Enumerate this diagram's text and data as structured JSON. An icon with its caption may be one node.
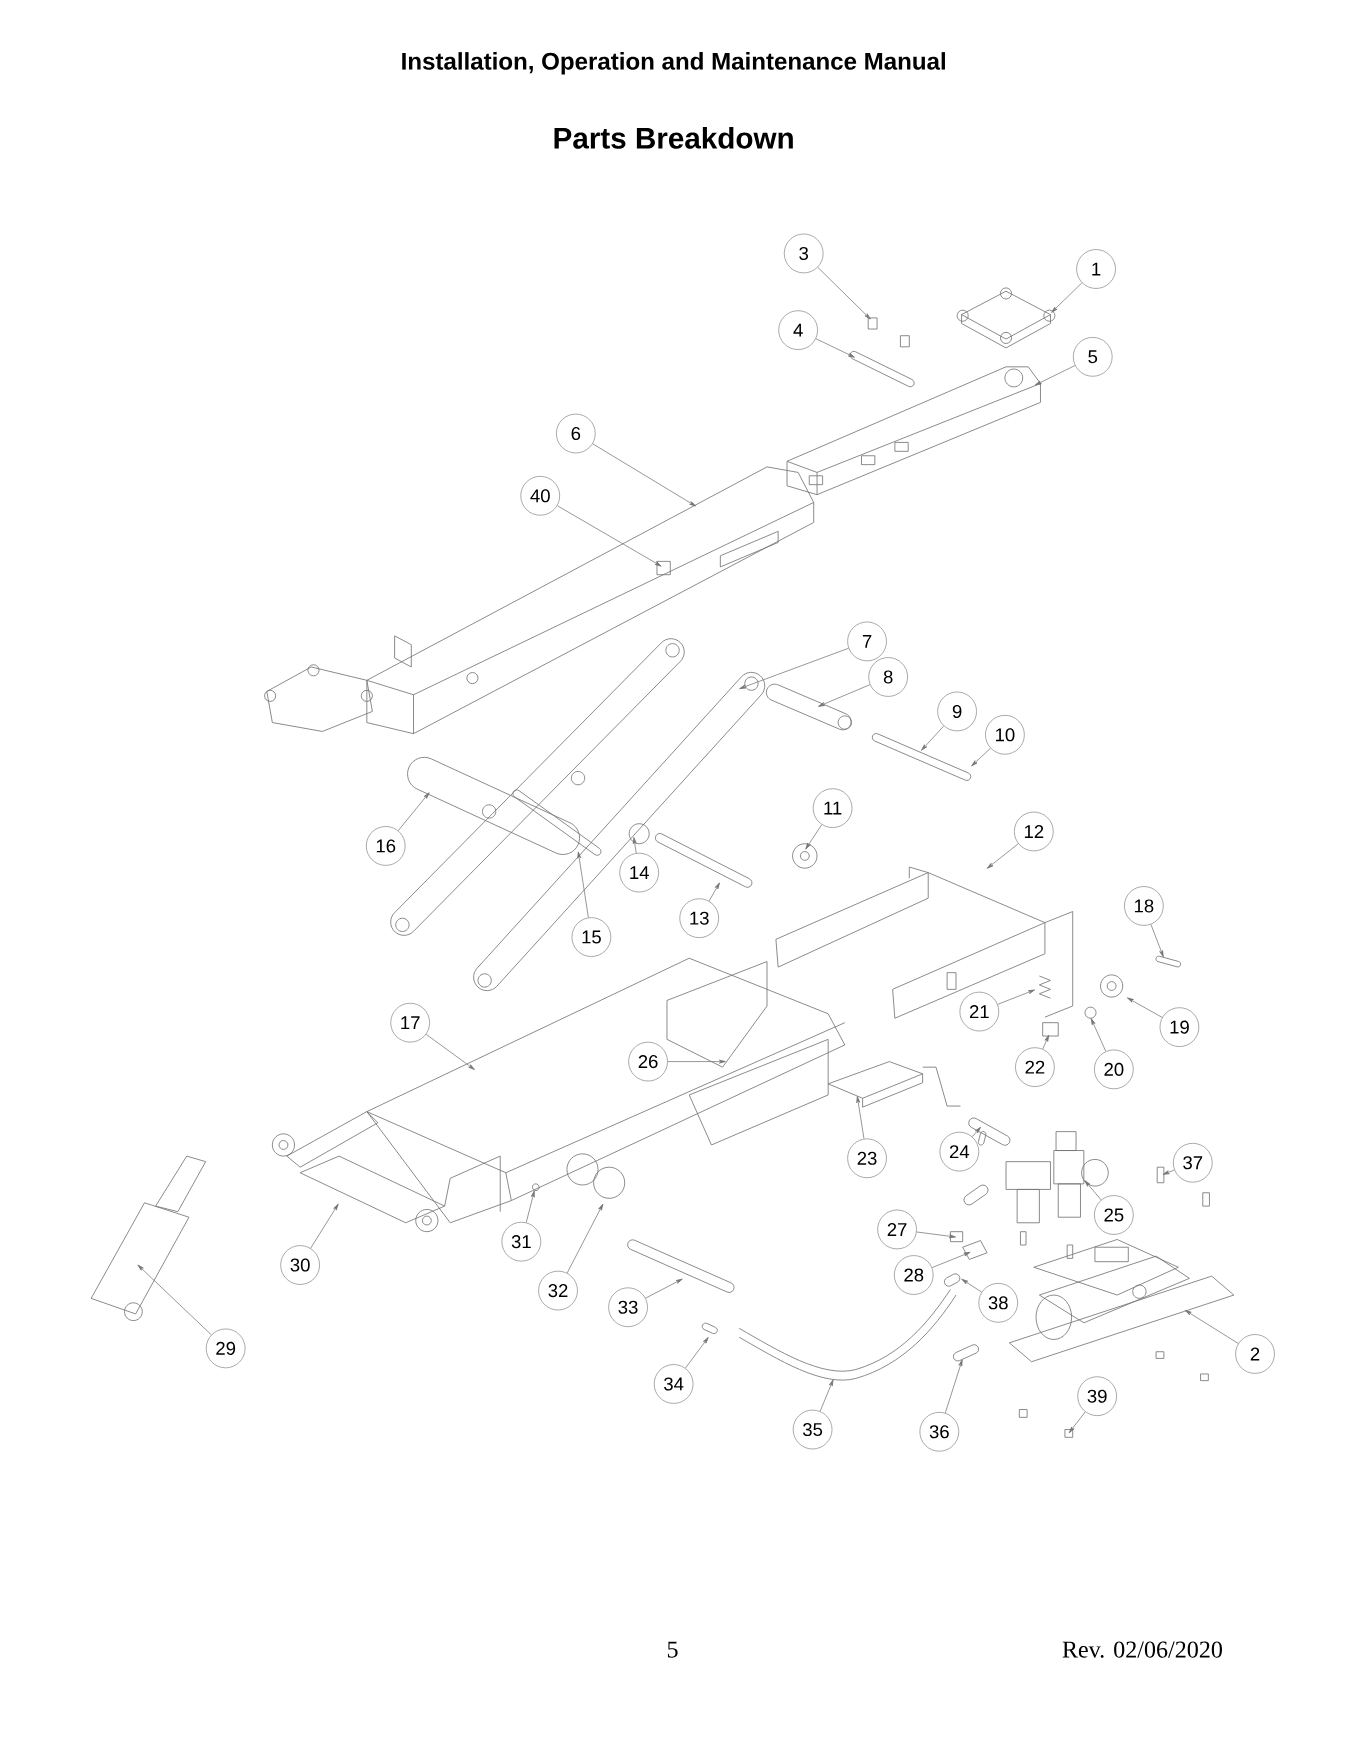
{
  "diagram": {
    "title": "Parts Breakdown",
    "nodes": [
      {
        "text": [
          "1"
        ]
      },
      {
        "text": [
          "2"
        ]
      },
      {
        "text": [
          "3"
        ]
      },
      {
        "text": [
          "4"
        ]
      },
      {
        "text": [
          "5"
        ]
      },
      {
        "text": [
          "6"
        ]
      },
      {
        "text": [
          "7"
        ]
      },
      {
        "text": [
          "8"
        ]
      },
      {
        "text": [
          "9"
        ]
      },
      {
        "text": [
          "10"
        ]
      },
      {
        "text": [
          "11"
        ]
      },
      {
        "text": [
          "12"
        ]
      },
      {
        "text": [
          "13"
        ]
      },
      {
        "text": [
          "14"
        ]
      },
      {
        "text": [
          "15"
        ]
      },
      {
        "text": [
          "16"
        ]
      },
      {
        "text": [
          "17"
        ]
      },
      {
        "text": [
          "18"
        ]
      },
      {
        "text": [
          "19"
        ]
      },
      {
        "text": [
          "20"
        ]
      },
      {
        "text": [
          "21"
        ]
      },
      {
        "text": [
          "22"
        ]
      },
      {
        "text": [
          "23"
        ]
      },
      {
        "text": [
          "24"
        ]
      },
      {
        "text": [
          "25"
        ]
      },
      {
        "text": [
          "26"
        ]
      },
      {
        "text": [
          "27"
        ]
      },
      {
        "text": [
          "28"
        ]
      },
      {
        "text": [
          "29"
        ]
      },
      {
        "text": [
          "30"
        ]
      },
      {
        "text": [
          "31"
        ]
      },
      {
        "text": [
          "32"
        ]
      },
      {
        "text": [
          "33"
        ]
      },
      {
        "text": [
          "34"
        ]
      },
      {
        "text": [
          "35"
        ]
      },
      {
        "text": [
          "36"
        ]
      },
      {
        "text": [
          "37"
        ]
      },
      {
        "text": [
          "38"
        ]
      },
      {
        "text": [
          "39"
        ]
      },
      {
        "text": [
          "40"
        ]
      }
    ],
    "edges": [
      {
        "from": 0,
        "to": null,
        "arrow": "to"
      },
      {
        "from": 1,
        "to": null,
        "arrow": "to"
      },
      {
        "from": 2,
        "to": null,
        "arrow": "to"
      },
      {
        "from": 3,
        "to": null,
        "arrow": "to"
      },
      {
        "from": 4,
        "to": null,
        "arrow": "to"
      },
      {
        "from": 5,
        "to": null,
        "arrow": "to"
      },
      {
        "from": 6,
        "to": null,
        "arrow": "to"
      },
      {
        "from": 7,
        "to": null,
        "arrow": "to"
      },
      {
        "from": 8,
        "to": null,
        "arrow": "to"
      },
      {
        "from": 9,
        "to": null,
        "arrow": "to"
      },
      {
        "from": 10,
        "to": null,
        "arrow": "to"
      },
      {
        "from": 11,
        "to": null,
        "arrow": "to"
      },
      {
        "from": 12,
        "to": null,
        "arrow": "to"
      },
      {
        "from": 13,
        "to": null,
        "arrow": "to"
      },
      {
        "from": 14,
        "to": null,
        "arrow": "to"
      },
      {
        "from": 15,
        "to": null,
        "arrow": "to"
      },
      {
        "from": 16,
        "to": null,
        "arrow": "to"
      },
      {
        "from": 17,
        "to": null,
        "arrow": "to"
      },
      {
        "from": 18,
        "to": null,
        "arrow": "to"
      },
      {
        "from": 19,
        "to": null,
        "arrow": "to"
      },
      {
        "from": 20,
        "to": null,
        "arrow": "to"
      },
      {
        "from": 21,
        "to": null,
        "arrow": "to"
      },
      {
        "from": 22,
        "to": null,
        "arrow": "to"
      },
      {
        "from": 23,
        "to": null,
        "arrow": "to"
      },
      {
        "from": 24,
        "to": null,
        "arrow": "to"
      },
      {
        "from": 25,
        "to": null,
        "arrow": "to"
      },
      {
        "from": 26,
        "to": null,
        "arrow": "to"
      },
      {
        "from": 27,
        "to": null,
        "arrow": "to"
      },
      {
        "from": 28,
        "to": null,
        "arrow": "to"
      },
      {
        "from": 29,
        "to": null,
        "arrow": "to"
      },
      {
        "from": 30,
        "to": null,
        "arrow": "to"
      },
      {
        "from": 31,
        "to": null,
        "arrow": "to"
      },
      {
        "from": 32,
        "to": null,
        "arrow": "to"
      },
      {
        "from": 33,
        "to": null,
        "arrow": "to"
      },
      {
        "from": 34,
        "to": null,
        "arrow": "to"
      },
      {
        "from": 35,
        "to": null,
        "arrow": "to"
      },
      {
        "from": 36,
        "to": null,
        "arrow": "to"
      },
      {
        "from": 37,
        "to": null,
        "arrow": "to"
      },
      {
        "from": 38,
        "to": null,
        "arrow": "to"
      },
      {
        "from": 39,
        "to": null,
        "arrow": "to"
      }
    ],
    "labels": [
      "Installation, Operation and Maintenance Manual",
      "5",
      "Rev. 02/06/2020"
    ]
  }
}
